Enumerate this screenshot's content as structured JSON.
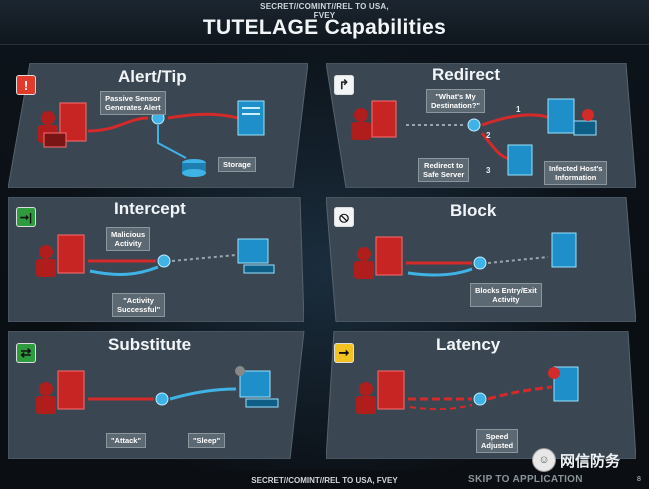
{
  "header": {
    "classification": "SECRET//COMINT//REL TO USA,",
    "classification_line2": "FVEY",
    "title": "TUTELAGE Capabilities"
  },
  "panels": {
    "alert": {
      "title": "Alert/Tip",
      "icon_glyph": "!",
      "icon_color": "#e23b2b",
      "labels": {
        "sensor": "Passive Sensor\nGenerates Alert",
        "storage": "Storage"
      }
    },
    "redirect": {
      "title": "Redirect",
      "icon_glyph": "↱",
      "icon_color": "#ffffff",
      "labels": {
        "destination": "\"What's My\nDestination?\"",
        "safe": "Redirect to\nSafe Server",
        "infected": "Infected Host's\nInformation"
      },
      "numbers": [
        "1",
        "2",
        "3"
      ]
    },
    "intercept": {
      "title": "Intercept",
      "icon_glyph": "➞|",
      "icon_color": "#2e9b3f",
      "labels": {
        "malicious": "Malicious\nActivity",
        "success": "\"Activity\nSuccessful\""
      }
    },
    "block": {
      "title": "Block",
      "icon_glyph": "⦸",
      "icon_color": "#ffffff",
      "labels": {
        "blocks": "Blocks Entry/Exit\nActivity"
      }
    },
    "substitute": {
      "title": "Substitute",
      "icon_glyph": "⇄",
      "icon_color": "#2e9b3f",
      "labels": {
        "attack": "\"Attack\"",
        "sleep": "\"Sleep\""
      }
    },
    "latency": {
      "title": "Latency",
      "icon_glyph": "➞",
      "icon_color": "#f2c320",
      "labels": {
        "speed": "Speed\nAdjusted"
      }
    }
  },
  "footer": {
    "classification": "SECRET//COMINT//REL TO USA, FVEY",
    "skip": "SKIP TO APPLICATION",
    "page_number": "8"
  },
  "watermark": {
    "text": "网信防务"
  },
  "colors": {
    "red": "#d42a2a",
    "blue": "#3fb2e6",
    "panel": "#3a4753"
  }
}
